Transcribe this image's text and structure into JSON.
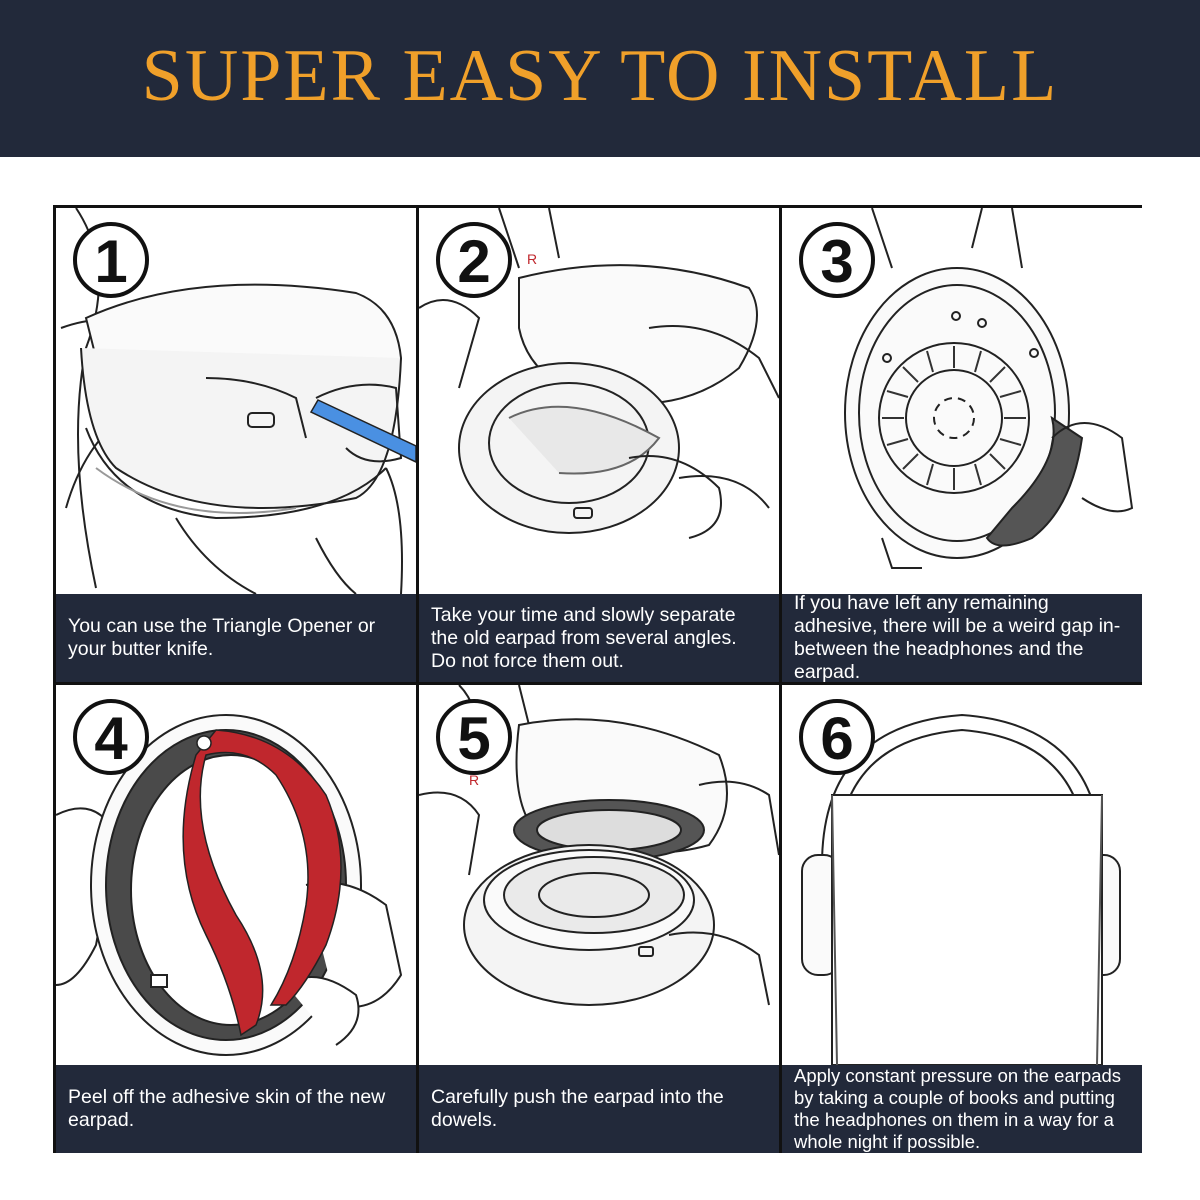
{
  "banner": {
    "title": "SUPER EASY TO INSTALL",
    "title_color": "#f0a02a",
    "background": "#22293a"
  },
  "steps": [
    {
      "number": "1",
      "caption": "You can use the Triangle Opener or your butter knife.",
      "tool_color": "#4a90e2"
    },
    {
      "number": "2",
      "caption": "Take your time and slowly separate the old earpad from several angles. Do not force them out."
    },
    {
      "number": "3",
      "caption": "If you have left any remaining adhesive, there will be a weird gap in-between the headphones and the earpad."
    },
    {
      "number": "4",
      "caption": "Peel off the adhesive skin of the new earpad.",
      "skin_color": "#c0272d"
    },
    {
      "number": "5",
      "caption": "Carefully push the earpad into the dowels."
    },
    {
      "number": "6",
      "caption": "Apply constant pressure on the earpads by taking a couple of books and putting the headphones on them in a way for a whole night if possible."
    }
  ]
}
